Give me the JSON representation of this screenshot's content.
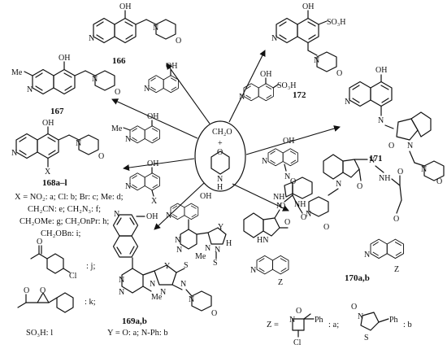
{
  "center": {
    "reagent_1": "CH₂O",
    "reagent_plus": "+",
    "ring_o": "O",
    "ring_n": "N",
    "ring_h": "H"
  },
  "atoms": {
    "oh": "OH",
    "so3h": "SO₃H",
    "so3h_a": "SO",
    "so3h_b": "3",
    "so3h_c": "H",
    "n": "N",
    "o": "O",
    "s": "S",
    "me": "Me",
    "x": "X",
    "z": "Z",
    "nh": "NH",
    "hn": "HN",
    "h": "H",
    "y": "Y",
    "cl": "Cl",
    "ph": "Ph",
    "o2": "O"
  },
  "compounds": {
    "c166": "166",
    "c167": "167",
    "c168": "168a–l",
    "c169": "169a,b",
    "c170": "170a,b",
    "c171": "171",
    "c172": "172"
  },
  "notes": {
    "x_line1": "X = NO₂: a; Cl: b; Br: c; Me: d;",
    "x_line2": "CH₂CN: e; CH₂N₃: f;",
    "x_line3": "CH₂OMe: g; CH₂OnPr: h;",
    "x_line4": "CH₂OBn: i;",
    "j": ": j;",
    "k": ": k;",
    "l": "SO₃H: l",
    "y": "Y = O: a; N-Ph: b",
    "z_prefix": "Z =",
    "z_a": ": a;",
    "z_b": ": b"
  }
}
